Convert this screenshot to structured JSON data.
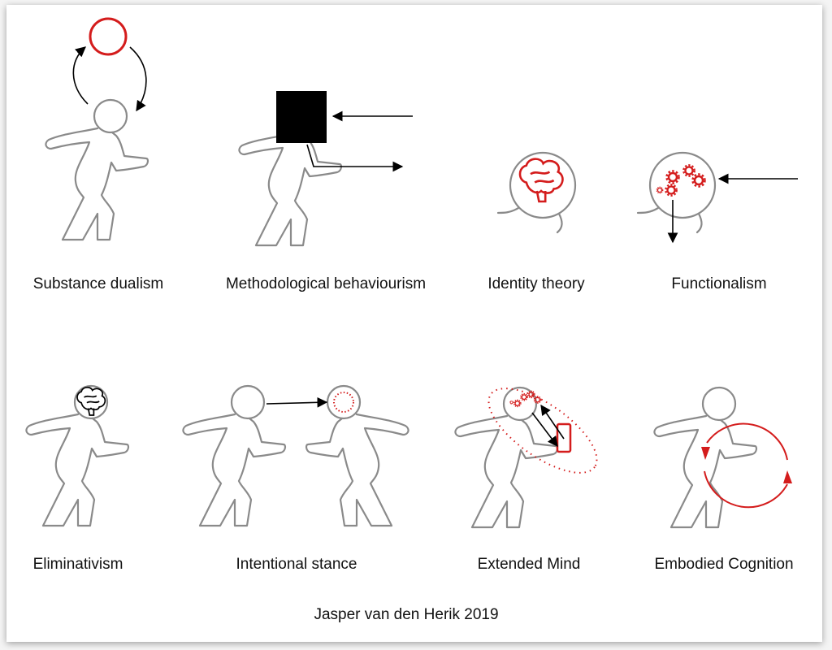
{
  "labels": {
    "substance_dualism": "Substance dualism",
    "methodological_behaviourism": "Methodological behaviourism",
    "identity_theory": "Identity theory",
    "functionalism": "Functionalism",
    "eliminativism": "Eliminativism",
    "intentional_stance": "Intentional stance",
    "extended_mind": "Extended Mind",
    "embodied_cognition": "Embodied Cognition"
  },
  "credit": "Jasper van den Herik 2019",
  "colors": {
    "accent": "#d41c1c",
    "outline": "#8a8a8a",
    "ink": "#000000"
  }
}
